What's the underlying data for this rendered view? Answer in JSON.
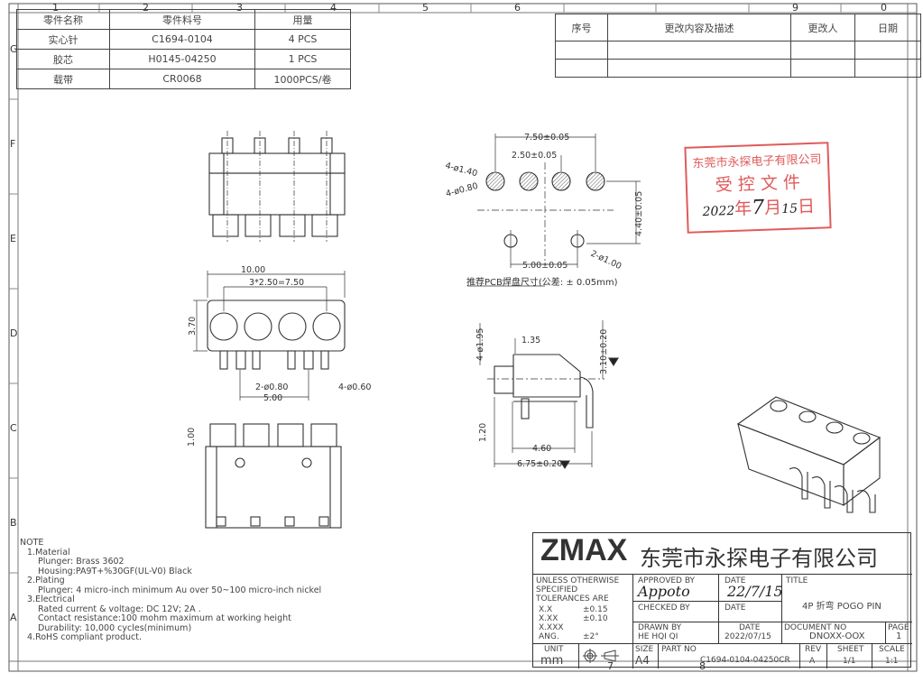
{
  "border": {
    "columns": [
      "1",
      "2",
      "3",
      "4",
      "5",
      "6",
      "7",
      "8",
      "9",
      "0"
    ],
    "rows": [
      "G",
      "F",
      "E",
      "D",
      "C",
      "B",
      "A"
    ]
  },
  "parts_table": {
    "headers": [
      "零件名称",
      "零件料号",
      "用量"
    ],
    "rows": [
      [
        "实心针",
        "C1694-0104",
        "4 PCS"
      ],
      [
        "胶芯",
        "H0145-04250",
        "1 PCS"
      ],
      [
        "载带",
        "CR0068",
        "1000PCS/卷"
      ]
    ]
  },
  "revision_table": {
    "headers": [
      "序号",
      "更改内容及描述",
      "更改人",
      "日期"
    ]
  },
  "views": {
    "top_view": {},
    "front_view": {
      "dims": [
        "10.00",
        "3*2.50=7.50",
        "3.70",
        "2-ø0.80",
        "5.00",
        "4-ø0.60"
      ]
    },
    "bottom_view": {
      "dims": [
        "1.00"
      ]
    },
    "pcb_layout": {
      "dims": [
        "7.50±0.05",
        "2.50±0.05",
        "4-ø1.40",
        "4-ø0.80",
        "4.40±0.05",
        "5.00±0.05",
        "2-ø1.00"
      ],
      "caption": "推荐PCB焊盘尺寸(公差: ± 0.05mm)"
    },
    "side_view": {
      "dims": [
        "4-ø1.95",
        "1.35",
        "3.10±0.20",
        "1.20",
        "4.60",
        "6.75±0.20"
      ]
    }
  },
  "stamp": {
    "company": "东莞市永探电子有限公司",
    "title": "受 控 文 件",
    "date_year": "2022",
    "date_year_char": "年",
    "date_month": "7",
    "date_month_char": "月",
    "date_day": "15",
    "date_day_char": "日",
    "color": "#e05a5a"
  },
  "notes": {
    "heading": "NOTE",
    "lines": [
      "1.Material",
      "Plunger: Brass 3602",
      "Housing:PA9T+%30GF(UL-V0) Black",
      "2.Plating",
      "Plunger: 4 micro-inch minimum Au over 50~100 micro-inch nickel",
      "3.Electrical",
      "Rated current & voltage: DC   12V; 2A .",
      "Contact resistance:100 mohm maximum at  working height",
      "Durability: 10,000 cycles(minimum)",
      "4.RoHS compliant product."
    ]
  },
  "title_block": {
    "logo": "ZMAX",
    "company": "东莞市永探电子有限公司",
    "tolerance_heading": "UNLESS OTHERWISE SPECIFIED TOLERANCES ARE",
    "tolerances": [
      {
        "label": "X.X",
        "value": "±0.15"
      },
      {
        "label": "X.XX",
        "value": "±0.10"
      },
      {
        "label": "X.XXX",
        "value": ""
      },
      {
        "label": "ANG.",
        "value": "±2°"
      }
    ],
    "approved_by_label": "APPROVED BY",
    "approved_by_signature": "Appoto",
    "date_label": "DATE",
    "approved_date_handwritten": "22/7/15",
    "checked_by_label": "CHECKED BY",
    "title_label": "TITLE",
    "title": "4P 折弯 POGO PIN",
    "drawn_by_label": "DRAWN BY",
    "drawn_by": "HE HQI QI",
    "drawn_date": "2022/07/15",
    "document_no_label": "DOCUMENT NO",
    "document_no": "DNOXX-OOX",
    "page_label": "PAGE",
    "page": "1",
    "unit_label": "UNIT",
    "unit": "mm",
    "size_label": "SIZE",
    "size": "A4",
    "part_no_label": "PART NO",
    "part_no": "C1694-0104-04250CR",
    "rev_label": "REV",
    "rev": "A",
    "sheet_label": "SHEET",
    "sheet": "1/1",
    "scale_label": "SCALE",
    "scale": "1:1"
  }
}
